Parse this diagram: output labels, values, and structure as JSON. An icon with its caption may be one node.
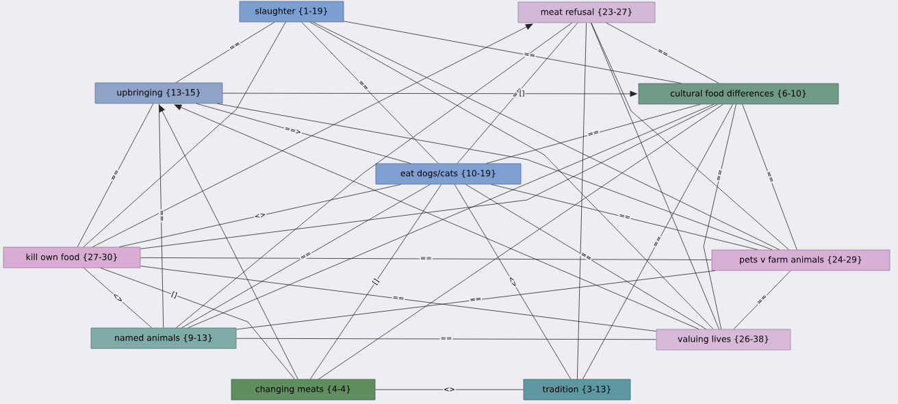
{
  "diagram": {
    "nodes": [
      {
        "text": [
          "slaughter {1-19}"
        ]
      },
      {
        "text": [
          "meat refusal {23-27}"
        ]
      },
      {
        "text": [
          "upbringing {13-15}"
        ]
      },
      {
        "text": [
          "cultural food differences {6-10}"
        ]
      },
      {
        "text": [
          "eat dogs/cats {10-19}"
        ]
      },
      {
        "text": [
          "kill own food {27-30}"
        ]
      },
      {
        "text": [
          "pets v farm animals {24-29}"
        ]
      },
      {
        "text": [
          "named animals {9-13}"
        ]
      },
      {
        "text": [
          "valuing lives {26-38}"
        ]
      },
      {
        "text": [
          "changing meats {4-4}"
        ]
      },
      {
        "text": [
          "tradition {3-13}"
        ]
      }
    ],
    "edges": [
      {
        "from": 0,
        "to": 2,
        "arrow": "none",
        "label": "=="
      },
      {
        "from": 0,
        "to": 5,
        "arrow": "none"
      },
      {
        "from": 0,
        "to": 4,
        "arrow": "none",
        "label": "=="
      },
      {
        "from": 0,
        "to": 6,
        "arrow": "none"
      },
      {
        "from": 0,
        "to": 8,
        "arrow": "none"
      },
      {
        "from": 0,
        "to": 3,
        "arrow": "none",
        "label": "=="
      },
      {
        "from": 5,
        "to": 1,
        "arrow": "to"
      },
      {
        "from": 1,
        "to": 7,
        "arrow": "none"
      },
      {
        "from": 1,
        "to": 4,
        "arrow": "none",
        "label": "=="
      },
      {
        "from": 1,
        "to": 10,
        "arrow": "none"
      },
      {
        "from": 1,
        "to": 8,
        "arrow": "none"
      },
      {
        "from": 1,
        "to": 6,
        "arrow": "none"
      },
      {
        "from": 1,
        "to": 3,
        "arrow": "none",
        "label": "=="
      },
      {
        "from": 2,
        "to": 3,
        "arrow": "to",
        "label": "[]"
      },
      {
        "from": 2,
        "to": 4,
        "arrow": "none",
        "label": "==>"
      },
      {
        "from": 2,
        "to": 6,
        "arrow": "none"
      },
      {
        "from": 9,
        "to": 2,
        "arrow": "to"
      },
      {
        "from": 8,
        "to": 2,
        "arrow": "to"
      },
      {
        "from": 2,
        "to": 5,
        "arrow": "none",
        "label": "=="
      },
      {
        "from": 2,
        "to": 7,
        "arrow": "none",
        "label": "=="
      },
      {
        "from": 5,
        "to": 4,
        "arrow": "none",
        "label": "<>"
      },
      {
        "from": 5,
        "to": 3,
        "arrow": "none"
      },
      {
        "from": 3,
        "to": 7,
        "arrow": "none"
      },
      {
        "from": 3,
        "to": 9,
        "arrow": "none"
      },
      {
        "from": 3,
        "to": 4,
        "arrow": "none",
        "label": "=="
      },
      {
        "from": 3,
        "to": 6,
        "arrow": "none",
        "label": "=="
      },
      {
        "from": 3,
        "to": 8,
        "arrow": "none",
        "label": "=="
      },
      {
        "from": 3,
        "to": 10,
        "arrow": "none",
        "label": "=="
      },
      {
        "from": 4,
        "to": 6,
        "arrow": "none",
        "label": "=="
      },
      {
        "from": 4,
        "to": 7,
        "arrow": "none",
        "label": "=="
      },
      {
        "from": 4,
        "to": 9,
        "arrow": "none",
        "label": "[]"
      },
      {
        "from": 4,
        "to": 10,
        "arrow": "none",
        "label": "<>"
      },
      {
        "from": 4,
        "to": 8,
        "arrow": "none",
        "label": "=="
      },
      {
        "from": 5,
        "to": 6,
        "arrow": "none",
        "label": "=="
      },
      {
        "from": 5,
        "to": 8,
        "arrow": "none",
        "label": "=="
      },
      {
        "from": 5,
        "to": 7,
        "arrow": "none",
        "label": "<>"
      },
      {
        "from": 5,
        "to": 9,
        "arrow": "none",
        "label": "[]"
      },
      {
        "from": 7,
        "to": 8,
        "arrow": "none",
        "label": "=="
      },
      {
        "from": 7,
        "to": 6,
        "arrow": "none",
        "label": "=="
      },
      {
        "from": 9,
        "to": 10,
        "arrow": "none",
        "label": "<>"
      },
      {
        "from": 6,
        "to": 8,
        "arrow": "none",
        "label": "=="
      }
    ]
  }
}
